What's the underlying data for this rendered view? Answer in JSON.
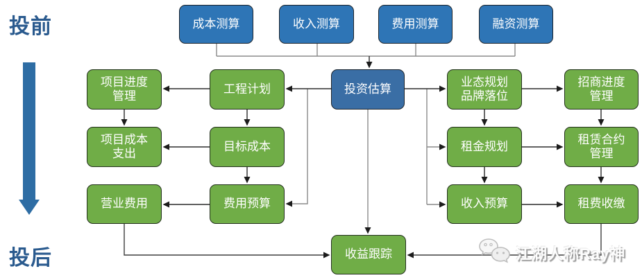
{
  "labels": {
    "pre_investment": "投前",
    "post_investment": "投后"
  },
  "watermark": {
    "text": "江湖人称Ray神",
    "icon": "wechat-icon"
  },
  "colors": {
    "estimate_box_blue": "#2E75B6",
    "investment_box_blue": "#3A6EA5",
    "process_box_green": "#70AD47",
    "side_label_blue": "#2A5A8E",
    "phase_arrow_blue": "#2E6DA4",
    "connector_gray": "#8a8a8a",
    "connector_dark": "#2b2b2b"
  },
  "nodes": {
    "cost_estimate": {
      "label": "成本测算",
      "type": "blue"
    },
    "income_estimate": {
      "label": "收入测算",
      "type": "blue"
    },
    "expense_estimate": {
      "label": "费用测算",
      "type": "blue"
    },
    "financing_estimate": {
      "label": "融资测算",
      "type": "blue"
    },
    "investment_estimate": {
      "label": "投资估算",
      "type": "blue"
    },
    "project_schedule_mgmt": {
      "label": "项目进度\n管理",
      "type": "green"
    },
    "engineering_plan": {
      "label": "工程计划",
      "type": "green"
    },
    "project_cost_expenditure": {
      "label": "项目成本\n支出",
      "type": "green"
    },
    "target_cost": {
      "label": "目标成本",
      "type": "green"
    },
    "operating_expense": {
      "label": "营业费用",
      "type": "green"
    },
    "expense_budget": {
      "label": "费用预算",
      "type": "green"
    },
    "format_planning_brand": {
      "label": "业态规划\n品牌落位",
      "type": "green"
    },
    "rent_planning": {
      "label": "租金规划",
      "type": "green"
    },
    "income_budget": {
      "label": "收入预算",
      "type": "green"
    },
    "merchant_progress_mgmt": {
      "label": "招商进度\n管理",
      "type": "green"
    },
    "lease_contract_mgmt": {
      "label": "租赁合约\n管理",
      "type": "green"
    },
    "rent_collection": {
      "label": "租费收缴",
      "type": "green"
    },
    "revenue_tracking": {
      "label": "收益跟踪",
      "type": "green"
    }
  },
  "edges": [
    {
      "from": "cost_estimate",
      "to": "investment_estimate"
    },
    {
      "from": "income_estimate",
      "to": "investment_estimate"
    },
    {
      "from": "expense_estimate",
      "to": "investment_estimate"
    },
    {
      "from": "financing_estimate",
      "to": "investment_estimate"
    },
    {
      "from": "investment_estimate",
      "to": "engineering_plan"
    },
    {
      "from": "investment_estimate",
      "to": "expense_budget"
    },
    {
      "from": "investment_estimate",
      "to": "format_planning_brand"
    },
    {
      "from": "investment_estimate",
      "to": "rent_planning"
    },
    {
      "from": "investment_estimate",
      "to": "income_budget"
    },
    {
      "from": "investment_estimate",
      "to": "revenue_tracking"
    },
    {
      "from": "engineering_plan",
      "to": "project_schedule_mgmt"
    },
    {
      "from": "engineering_plan",
      "to": "target_cost"
    },
    {
      "from": "project_schedule_mgmt",
      "to": "project_cost_expenditure"
    },
    {
      "from": "target_cost",
      "to": "project_cost_expenditure"
    },
    {
      "from": "target_cost",
      "to": "expense_budget"
    },
    {
      "from": "expense_budget",
      "to": "operating_expense"
    },
    {
      "from": "operating_expense",
      "to": "revenue_tracking"
    },
    {
      "from": "format_planning_brand",
      "to": "merchant_progress_mgmt"
    },
    {
      "from": "format_planning_brand",
      "to": "rent_planning"
    },
    {
      "from": "rent_planning",
      "to": "lease_contract_mgmt"
    },
    {
      "from": "rent_planning",
      "to": "income_budget"
    },
    {
      "from": "income_budget",
      "to": "rent_collection"
    },
    {
      "from": "merchant_progress_mgmt",
      "to": "lease_contract_mgmt"
    },
    {
      "from": "lease_contract_mgmt",
      "to": "rent_collection"
    },
    {
      "from": "rent_collection",
      "to": "revenue_tracking"
    }
  ]
}
